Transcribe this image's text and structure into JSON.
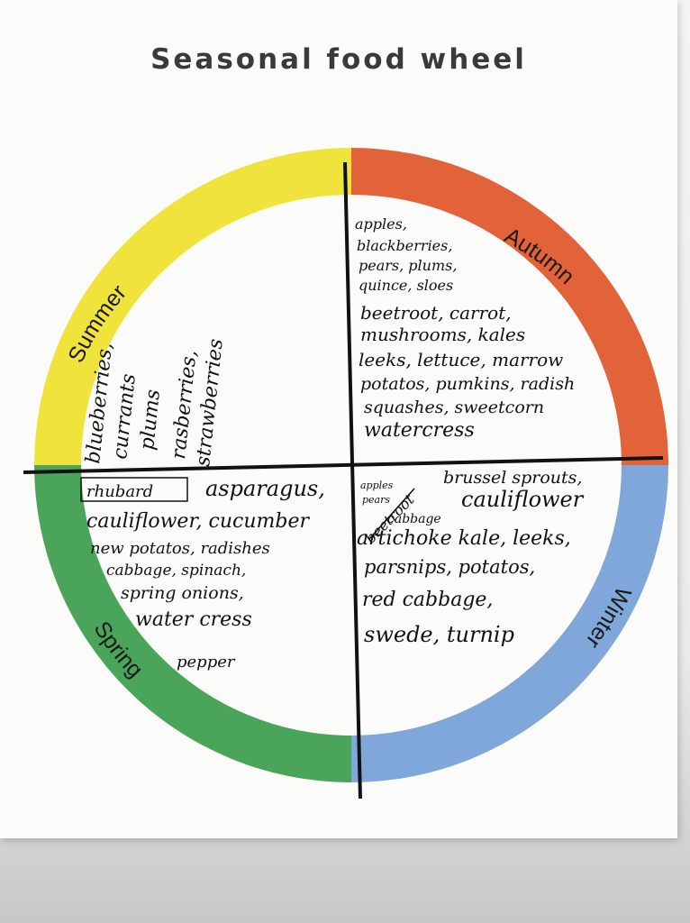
{
  "title": "Seasonal food wheel",
  "colors": {
    "summer": "#f0e43c",
    "autumn": "#e2633a",
    "winter": "#7fa7d9",
    "spring": "#4aa55a",
    "ink": "#111111"
  },
  "seasons": {
    "summer": {
      "label": "Summer",
      "items": [
        "blueberries,",
        "currants",
        "plums",
        "rasberries,",
        "strawberries"
      ]
    },
    "autumn": {
      "label": "Autumn",
      "lines": [
        "apples,",
        "blackberries,",
        "pears, plums,",
        "quince, sloes",
        "beetroot, carrot,",
        "mushrooms, kales",
        "leeks, lettuce, marrow",
        "potatos, pumkins, radish",
        "squashes, sweetcorn",
        "watercress"
      ]
    },
    "spring": {
      "label": "Spring",
      "boxed": "rhubard",
      "lines": [
        "asparagus,",
        "cauliflower, cucumber",
        "new potatos, radishes",
        "cabbage, spinach,",
        "spring onions,",
        "water cress",
        "pepper"
      ]
    },
    "winter": {
      "label": "Winter",
      "small": [
        "apples",
        "pears"
      ],
      "lines": [
        "brussel sprouts,",
        "beetroot",
        "cauliflower",
        "cabbage",
        "artichoke kale, leeks,",
        "parsnips, potatos,",
        "red cabbage,",
        "swede, turnip"
      ]
    }
  }
}
